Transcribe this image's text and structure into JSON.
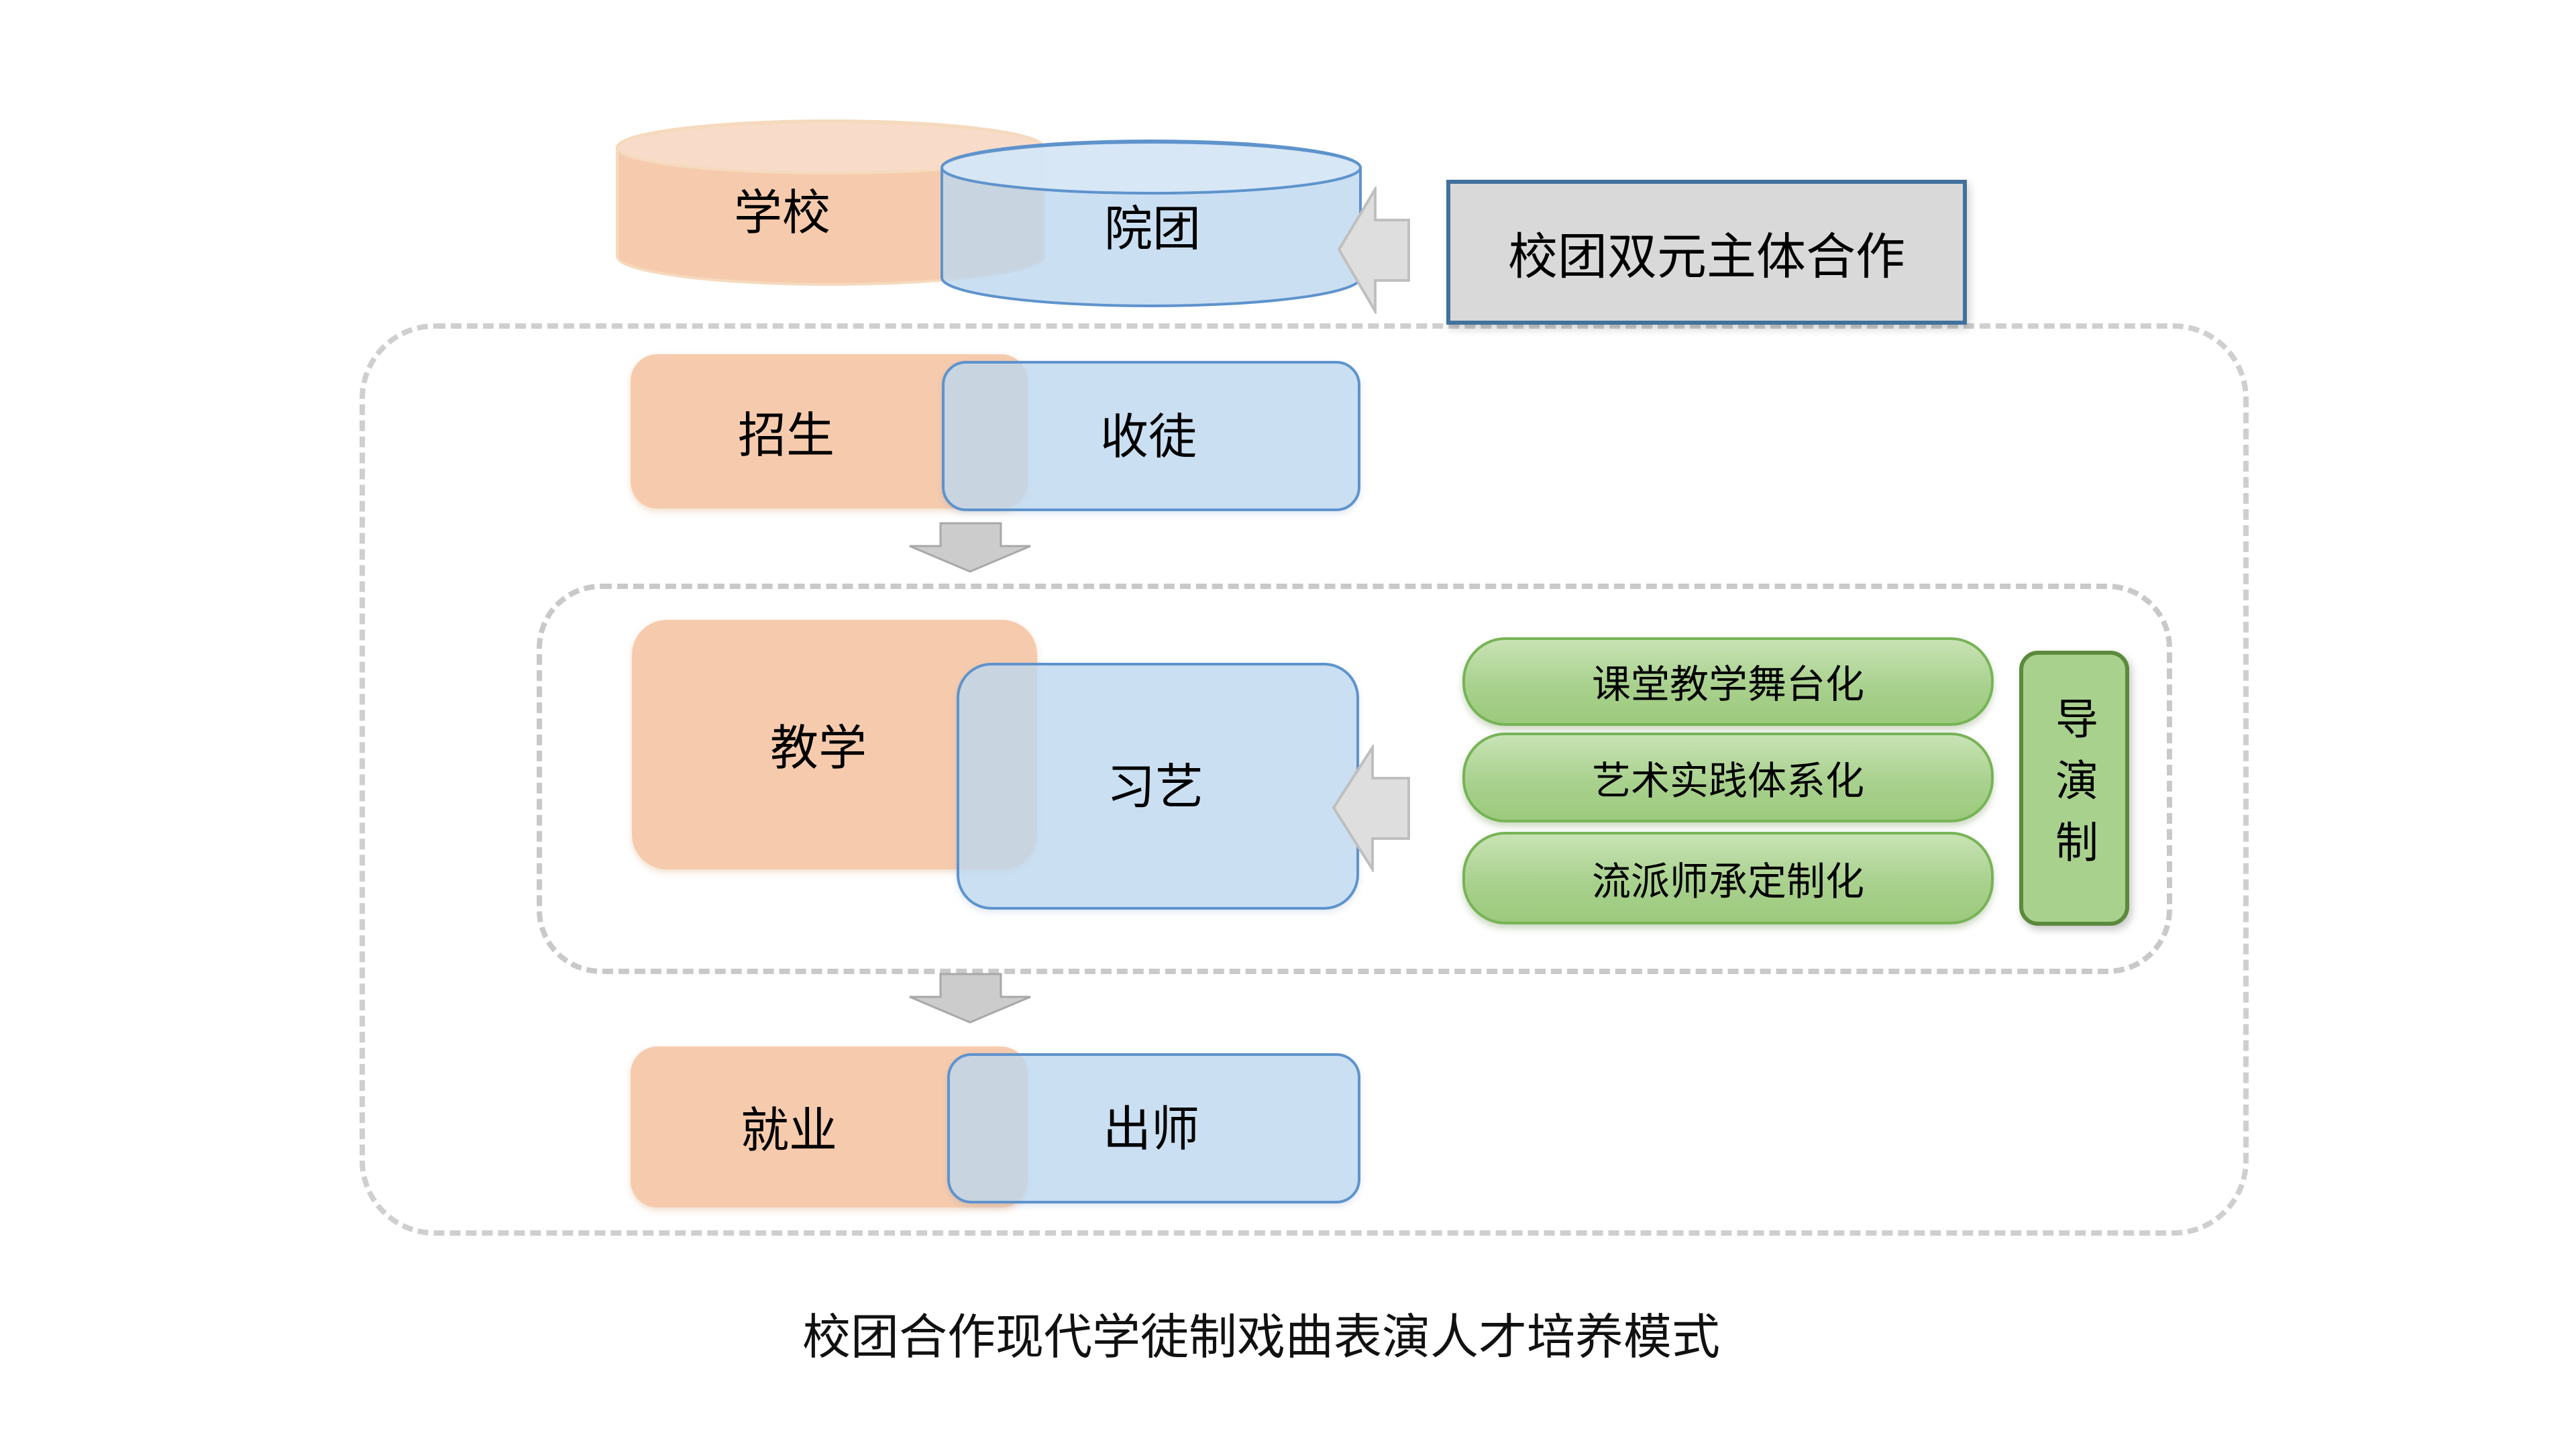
{
  "caption": "校团合作现代学徒制戏曲表演人才培养模式",
  "entities": {
    "school": "学校",
    "troupe": "院团",
    "cooperation": "校团双元主体合作"
  },
  "process": {
    "recruit": "招生",
    "take_apprentice": "收徒",
    "teaching": "教学",
    "learn_art": "习艺",
    "employment": "就业",
    "graduate": "出师"
  },
  "teaching_methods": [
    "课堂教学舞台化",
    "艺术实践体系化",
    "流派师承定制化"
  ],
  "director_system": "导演制",
  "colors": {
    "school_orange": "#F6CBAD",
    "orange_top": "#F8DCC9",
    "troupe_blue": "#C9DDF1",
    "troupe_blue_border": "#5E93CC",
    "method_green_fill": "#A9D18E",
    "method_green_border": "#77B356",
    "director_green_border": "#5C8A3C",
    "callout_gray_fill": "#D9D9D9",
    "callout_gray_border": "#41719C",
    "arrow_gray": "#D9D9D9",
    "dash_gray": "#CFCFCF"
  }
}
